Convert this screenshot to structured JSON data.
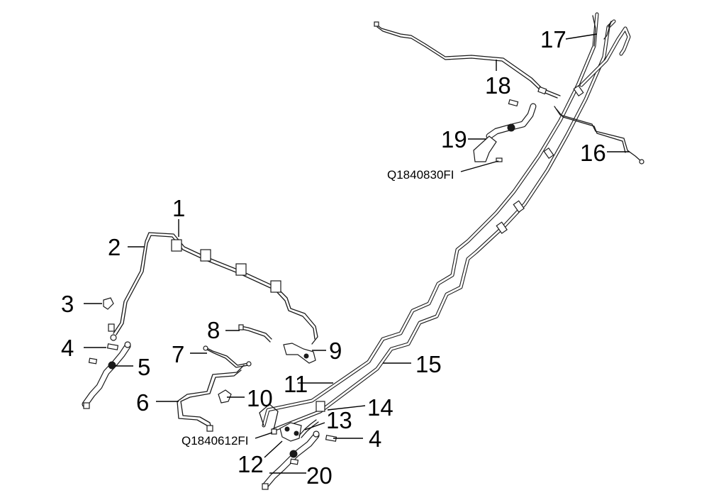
{
  "callouts": [
    "1",
    "2",
    "3",
    "4",
    "5",
    "6",
    "7",
    "8",
    "9",
    "10",
    "11",
    "13",
    "12",
    "14",
    "15",
    "16",
    "17",
    "18",
    "19",
    "20",
    "4"
  ],
  "part_numbers": [
    "Q1840830FI",
    "Q1840612FI"
  ]
}
